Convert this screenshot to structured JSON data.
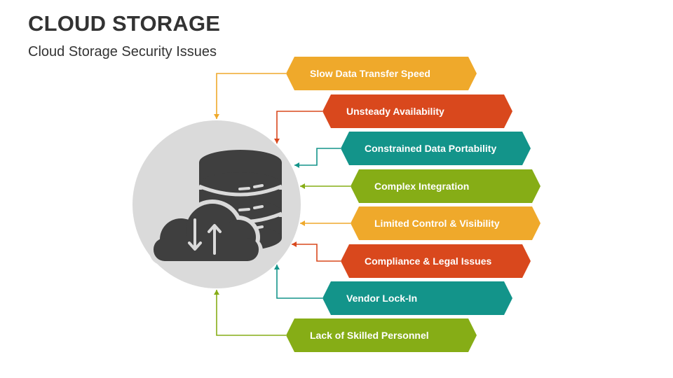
{
  "header": {
    "title": "CLOUD STORAGE",
    "subtitle": "Cloud Storage Security Issues"
  },
  "issues": [
    {
      "label": "Slow Data Transfer Speed",
      "color": "#EFA92B"
    },
    {
      "label": "Unsteady Availability",
      "color": "#D9481D"
    },
    {
      "label": "Constrained Data Portability",
      "color": "#13948A"
    },
    {
      "label": "Complex Integration",
      "color": "#86AD16"
    },
    {
      "label": "Limited Control & Visibility",
      "color": "#EFA92B"
    },
    {
      "label": "Compliance & Legal Issues",
      "color": "#D9481D"
    },
    {
      "label": "Vendor Lock-In",
      "color": "#13948A"
    },
    {
      "label": "Lack of Skilled Personnel",
      "color": "#86AD16"
    }
  ],
  "center": {
    "icon": "cloud-database-icon",
    "circle_color": "#DADADA",
    "icon_color": "#3F3F3F"
  }
}
